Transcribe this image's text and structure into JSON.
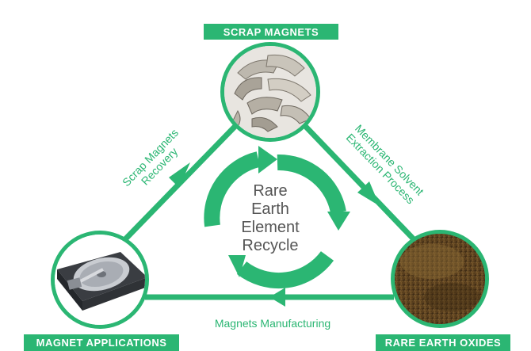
{
  "labels": {
    "top": "SCRAP MAGNETS",
    "left": "MAGNET APPLICATIONS",
    "right": "RARE EARTH OXIDES"
  },
  "edges": {
    "left_line1": "Scrap Magnets",
    "left_line2": "Recovery",
    "right_line1": "Membrane Solvent",
    "right_line2": "Extraction Process",
    "bottom": "Magnets Manufacturing"
  },
  "center": {
    "line1": "Rare",
    "line2": "Earth",
    "line3": "Element",
    "line4": "Recycle"
  },
  "colors": {
    "accent": "#2bb673",
    "text_green": "#2bb673",
    "center_text": "#555555"
  }
}
